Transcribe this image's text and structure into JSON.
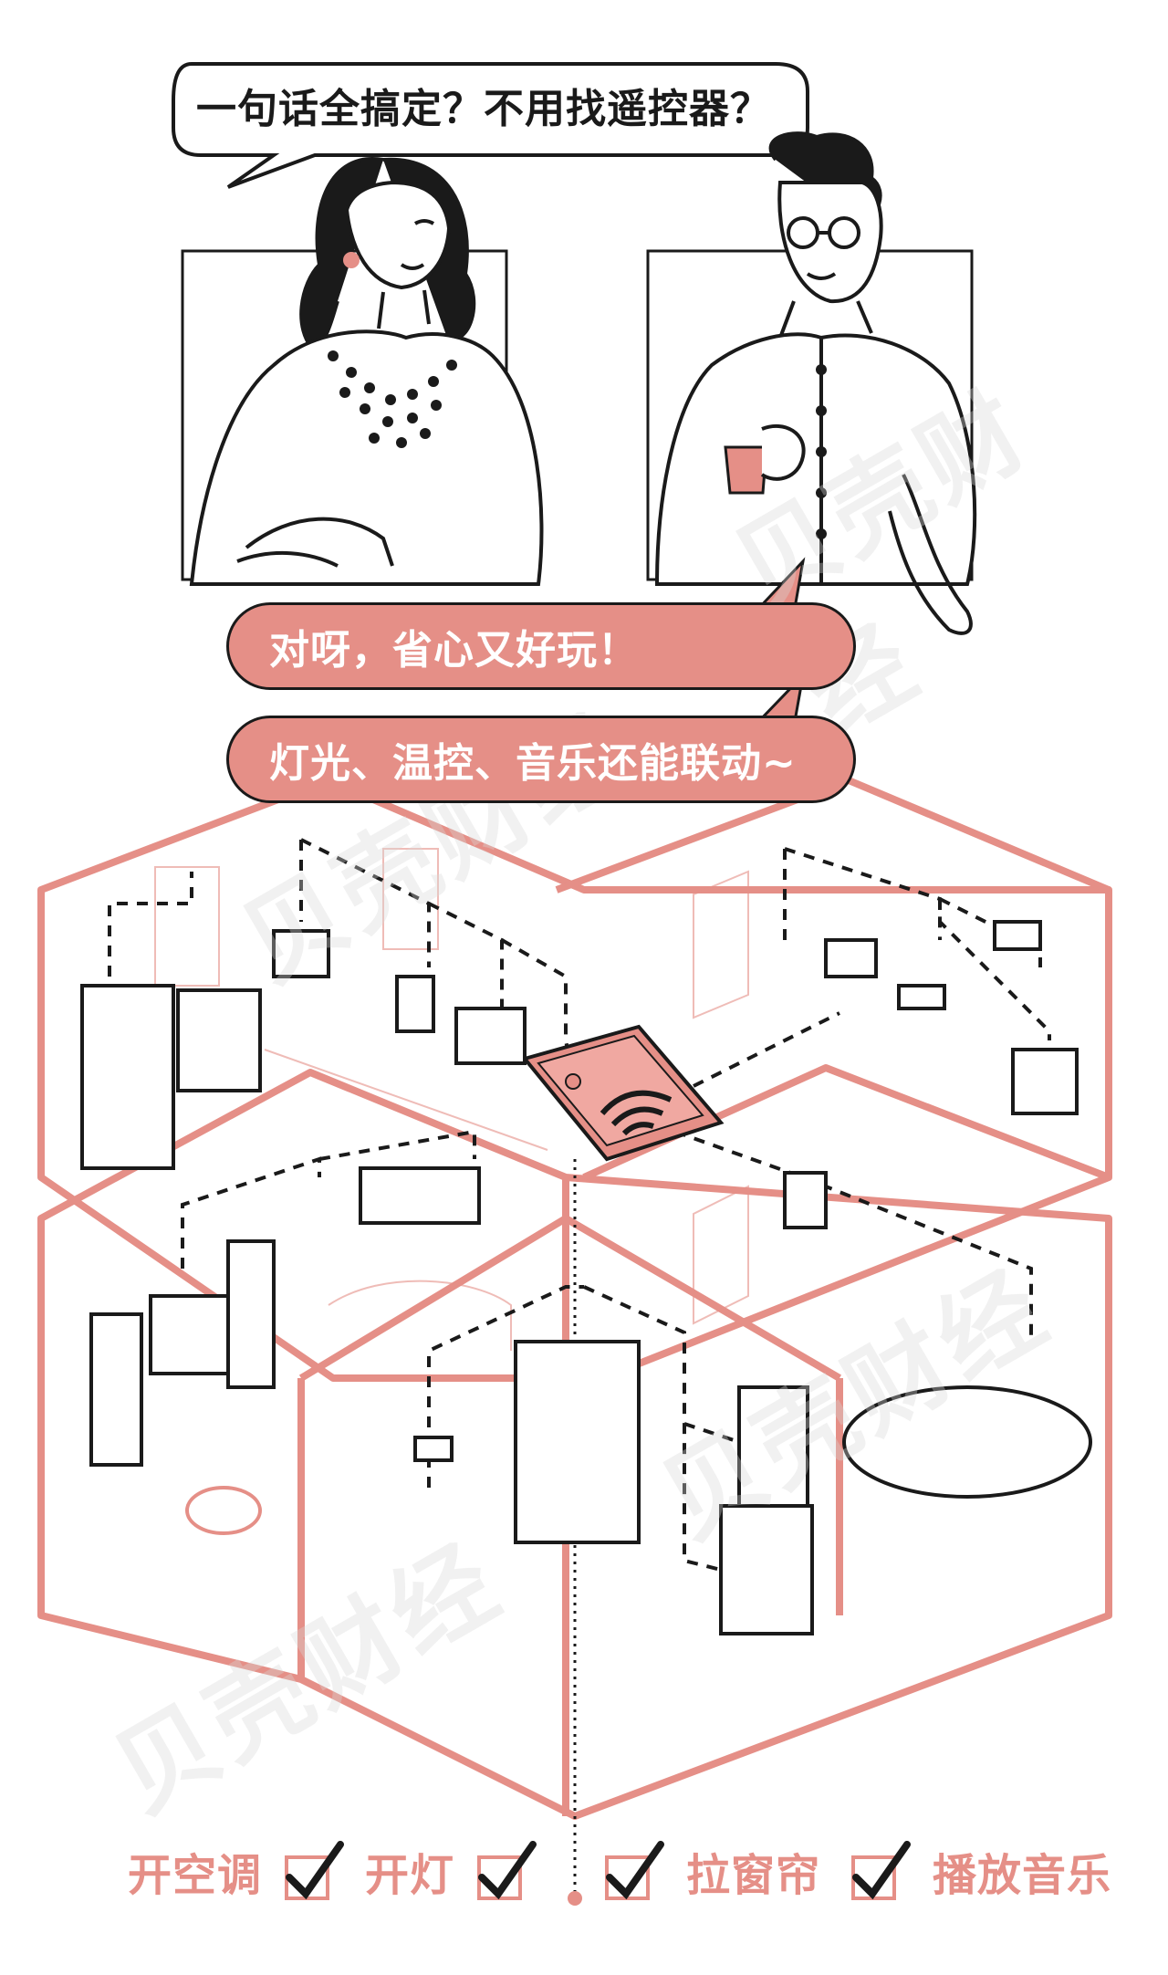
{
  "speech": {
    "top": "一句话全搞定？不用找遥控器？",
    "reply1": "对呀，省心又好玩！",
    "reply2": "灯光、温控、音乐还能联动~"
  },
  "checklist": [
    {
      "label": "开空调"
    },
    {
      "label": "开灯"
    },
    {
      "label": "拉窗帘"
    },
    {
      "label": "播放音乐"
    }
  ],
  "watermark": "贝壳财经",
  "colors": {
    "accent": "#e58f87",
    "ink": "#1a1a1a"
  }
}
